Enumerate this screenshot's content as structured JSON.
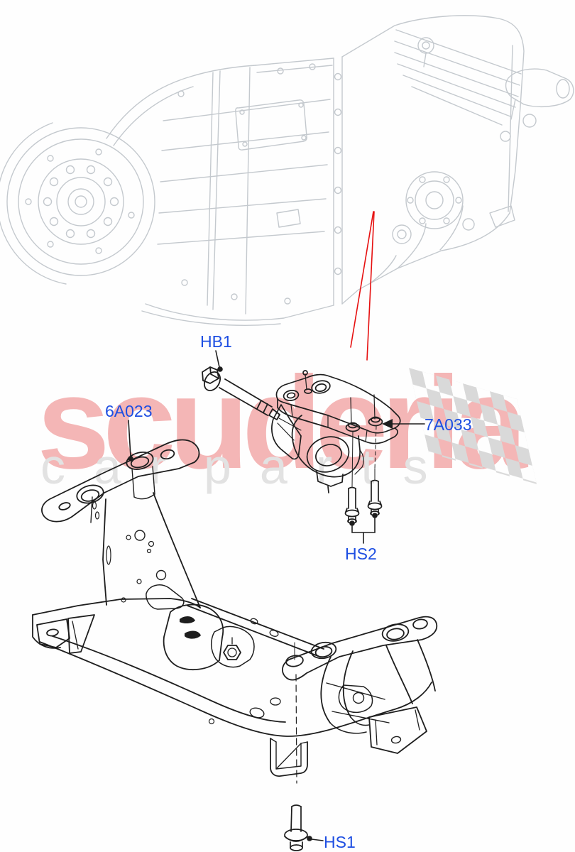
{
  "diagram_type": "vehicle-parts-exploded-diagram",
  "watermark": {
    "brand": "scuderia",
    "sub_word_1": "car",
    "sub_word_2": "parts"
  },
  "part_labels": {
    "mount_bolt": "HB1",
    "subframe": "6A023",
    "transmission_mount": "7A033",
    "mount_studs": "HS2",
    "subframe_bolt": "HS1"
  },
  "colors": {
    "label_blue": "#1d4ee2",
    "locator_red": "#e60f0f",
    "part_line_black": "#1e1e1e",
    "ghost_gray": "#c4c9ce",
    "watermark_pink": "#f4b6b6",
    "watermark_gray": "#e2e2e2",
    "checker_gray": "#d9d9d9"
  }
}
